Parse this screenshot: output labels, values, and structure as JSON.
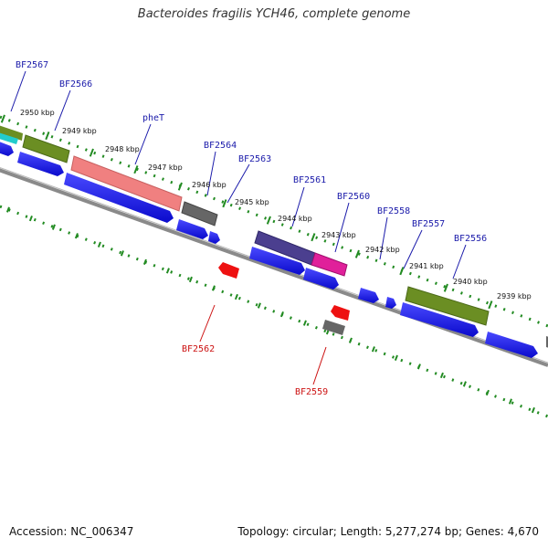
{
  "title": "Bacteroides fragilis YCH46, complete genome",
  "footer": {
    "accession": "Accession: NC_006347",
    "summary": "Topology: circular; Length: 5,277,274 bp; Genes: 4,670"
  },
  "colors": {
    "backbone": "#7f7f7f",
    "tick_minor": "#2e8b2e",
    "cds": "#1515ee",
    "label_forward": "#1a1aaa",
    "label_reverse": "#cc1111",
    "reverse_feature": "#ee1111",
    "pseudo_gray": "#666666",
    "olive": "#6b8e23",
    "salmon": "#f08080",
    "purple": "#4b3f8f",
    "magenta": "#e0209a",
    "cyan": "#22cccc"
  },
  "kbp_labels": [
    "2950 kbp",
    "2949 kbp",
    "2948 kbp",
    "2947 kbp",
    "2946 kbp",
    "2945 kbp",
    "2944 kbp",
    "2943 kbp",
    "2942 kbp",
    "2941 kbp",
    "2940 kbp",
    "2939 kbp"
  ],
  "gene_labels_forward": [
    "BF2567",
    "BF2566",
    "pheT",
    "BF2564",
    "BF2563",
    "BF2561",
    "BF2560",
    "BF2558",
    "BF2557",
    "BF2556"
  ],
  "gene_labels_reverse": [
    "BF2562",
    "BF2559"
  ]
}
